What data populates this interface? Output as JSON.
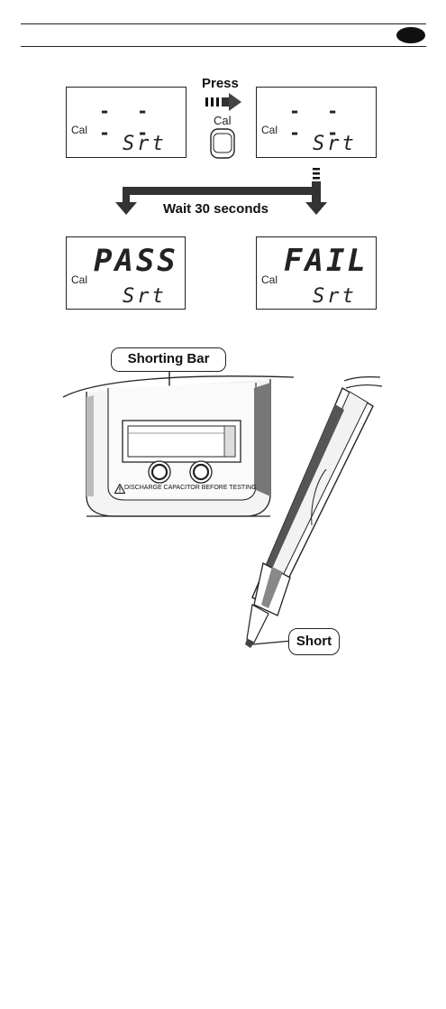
{
  "header": {
    "badge": ""
  },
  "flow": {
    "press_label": "Press",
    "button_label": "Cal",
    "wait_label": "Wait 30 seconds"
  },
  "displays": [
    {
      "cal": "Cal",
      "top": "- - - -",
      "bottom": "Srt"
    },
    {
      "cal": "Cal",
      "top": "- - - -",
      "bottom": "Srt"
    },
    {
      "cal": "Cal",
      "top": "PASS",
      "bottom": "Srt"
    },
    {
      "cal": "Cal",
      "top": "FAIL",
      "bottom": "Srt"
    }
  ],
  "illustration": {
    "shorting_bar_label": "Shorting Bar",
    "warning_text": "DISCHARGE CAPACITOR BEFORE TESTING",
    "short_label": "Short"
  }
}
